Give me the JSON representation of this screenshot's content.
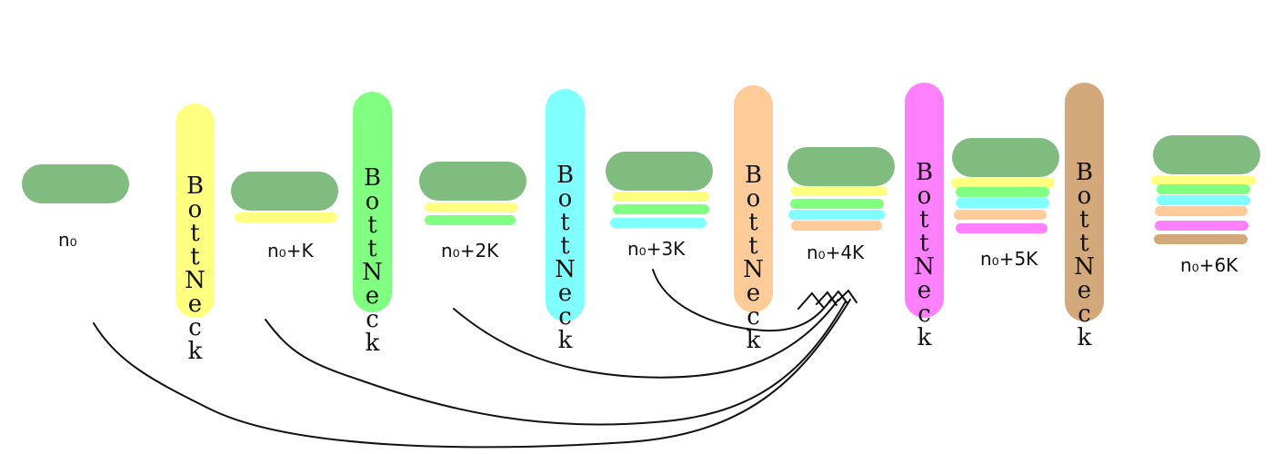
{
  "colors": {
    "feature": "#80bb7f",
    "yellow": "#ffff80",
    "green": "#80ff80",
    "cyan": "#80ffff",
    "peach": "#ffcc99",
    "magenta": "#ff80ff",
    "tan": "#d3a87a"
  },
  "features": [
    {
      "label": "n₀",
      "bars": []
    },
    {
      "label": "n₀+K",
      "bars": [
        "yellow"
      ]
    },
    {
      "label": "n₀+2K",
      "bars": [
        "yellow",
        "green"
      ]
    },
    {
      "label": "n₀+3K",
      "bars": [
        "yellow",
        "green",
        "cyan"
      ]
    },
    {
      "label": "n₀+4K",
      "bars": [
        "yellow",
        "green",
        "cyan",
        "peach"
      ]
    },
    {
      "label": "n₀+5K",
      "bars": [
        "yellow",
        "green",
        "cyan",
        "peach",
        "magenta"
      ]
    },
    {
      "label": "n₀+6K",
      "bars": [
        "yellow",
        "green",
        "cyan",
        "peach",
        "magenta",
        "tan"
      ]
    }
  ],
  "bottlenecks": [
    {
      "label": "BottNeck",
      "color": "yellow"
    },
    {
      "label": "BottNeck",
      "color": "green"
    },
    {
      "label": "BottNeck",
      "color": "cyan"
    },
    {
      "label": "BottNeck",
      "color": "peach"
    },
    {
      "label": "BottNeck",
      "color": "magenta"
    },
    {
      "label": "BottNeck",
      "color": "tan"
    }
  ]
}
